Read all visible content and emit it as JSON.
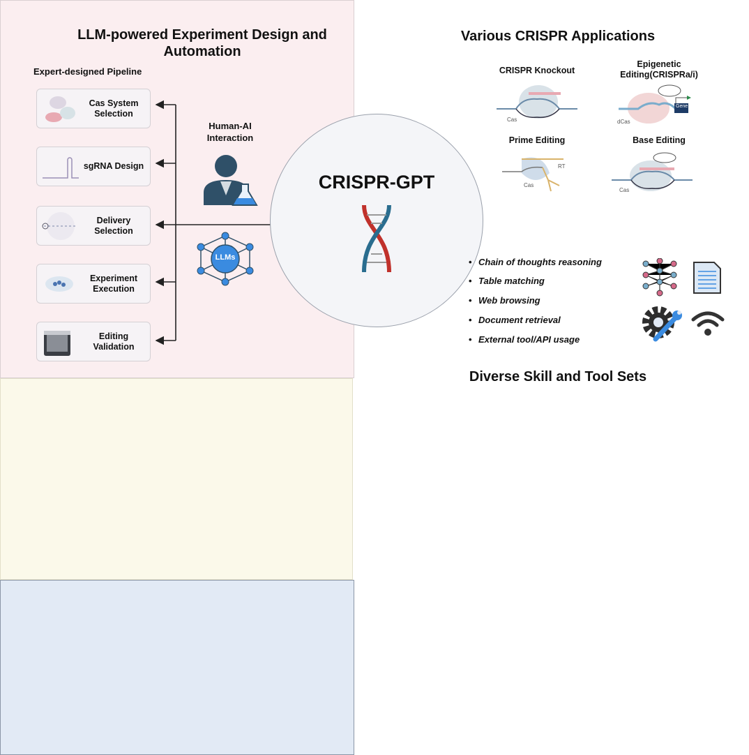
{
  "left_panel": {
    "title": "LLM-powered Experiment Design and Automation",
    "subtitle": "Expert-designed Pipeline",
    "steps": [
      "Cas System Selection",
      "sgRNA Design",
      "Delivery Selection",
      "Experiment Execution",
      "Editing Validation"
    ],
    "human_ai": "Human-AI Interaction",
    "llm_label": "LLMs"
  },
  "center": {
    "title": "CRISPR-GPT"
  },
  "applications": {
    "title": "Various CRISPR Applications",
    "items": [
      {
        "name": "CRISPR Knockout",
        "labels": [
          "Cas"
        ]
      },
      {
        "name": "Epigenetic Editing(CRISPRa/i)",
        "labels": [
          "dCas",
          "Gene"
        ]
      },
      {
        "name": "Prime Editing",
        "labels": [
          "Cas",
          "RT"
        ]
      },
      {
        "name": "Base Editing",
        "labels": [
          "Cas"
        ]
      }
    ]
  },
  "skills": {
    "title": "Diverse Skill and Tool Sets",
    "bullets": [
      "Chain of thoughts reasoning",
      "Table matching",
      "Web browsing",
      "Document retrieval",
      "External tool/API usage"
    ]
  },
  "colors": {
    "left_bg": "#fbeef0",
    "tr_bg": "#fbf9ea",
    "br_bg": "#e2eaf5",
    "dna_red": "#c0312b",
    "dna_blue": "#2a6d8f",
    "accent_blue": "#3a8be0"
  }
}
